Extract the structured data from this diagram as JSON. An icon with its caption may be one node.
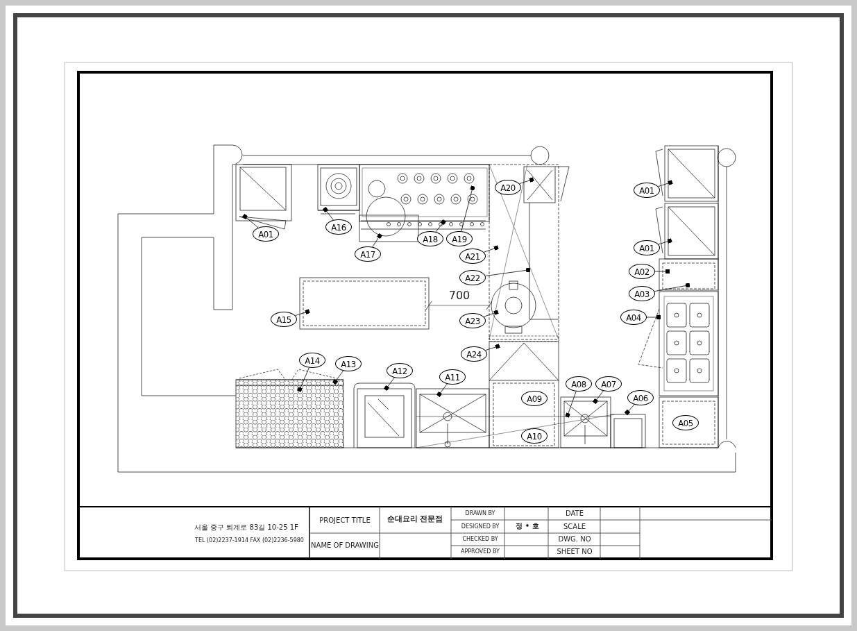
{
  "diagram": {
    "nodes": [
      {
        "text": [
          "A01"
        ]
      },
      {
        "text": [
          "A16"
        ]
      },
      {
        "text": [
          "A17"
        ]
      },
      {
        "text": [
          "A18"
        ]
      },
      {
        "text": [
          "A19"
        ]
      },
      {
        "text": [
          "A20"
        ]
      },
      {
        "text": [
          "A01"
        ]
      },
      {
        "text": [
          "A01"
        ]
      },
      {
        "text": [
          "A21"
        ]
      },
      {
        "text": [
          "A02"
        ]
      },
      {
        "text": [
          "A22"
        ]
      },
      {
        "text": [
          "A03"
        ]
      },
      {
        "text": [
          "A04"
        ]
      },
      {
        "text": [
          "A15"
        ]
      },
      {
        "text": [
          "A23"
        ]
      },
      {
        "text": [
          "A24"
        ]
      },
      {
        "text": [
          "A14"
        ]
      },
      {
        "text": [
          "A13"
        ]
      },
      {
        "text": [
          "A12"
        ]
      },
      {
        "text": [
          "A11"
        ]
      },
      {
        "text": [
          "A08"
        ]
      },
      {
        "text": [
          "A07"
        ]
      },
      {
        "text": [
          "A06"
        ]
      },
      {
        "text": [
          "A09"
        ]
      },
      {
        "text": [
          "A10"
        ]
      },
      {
        "text": [
          "A05"
        ]
      }
    ],
    "edges": [
      {
        "from": 0,
        "to": null,
        "arrow": "other"
      },
      {
        "from": 1,
        "to": null,
        "arrow": "other"
      },
      {
        "from": 2,
        "to": null,
        "arrow": "other"
      },
      {
        "from": 3,
        "to": null,
        "arrow": "other"
      },
      {
        "from": 4,
        "to": null,
        "arrow": "other"
      },
      {
        "from": 5,
        "to": null,
        "arrow": "other"
      },
      {
        "from": 6,
        "to": null,
        "arrow": "other"
      },
      {
        "from": 7,
        "to": null,
        "arrow": "other"
      },
      {
        "from": 8,
        "to": null,
        "arrow": "other"
      },
      {
        "from": 9,
        "to": null,
        "arrow": "other"
      },
      {
        "from": 10,
        "to": null,
        "arrow": "other"
      },
      {
        "from": 11,
        "to": null,
        "arrow": "other"
      },
      {
        "from": 12,
        "to": null,
        "arrow": "other"
      },
      {
        "from": 13,
        "to": null,
        "arrow": "other"
      },
      {
        "from": 14,
        "to": null,
        "arrow": "other"
      },
      {
        "from": 15,
        "to": null,
        "arrow": "other"
      },
      {
        "from": 16,
        "to": null,
        "arrow": "other"
      },
      {
        "from": 17,
        "to": null,
        "arrow": "other"
      },
      {
        "from": 18,
        "to": null,
        "arrow": "other"
      },
      {
        "from": 19,
        "to": null,
        "arrow": "other"
      },
      {
        "from": 20,
        "to": null,
        "arrow": "other"
      },
      {
        "from": 21,
        "to": null,
        "arrow": "other"
      },
      {
        "from": 22,
        "to": null,
        "arrow": "other"
      }
    ],
    "labels": [
      "700",
      "서울 중구 퇴계로 83길 10-25 1F",
      "PROJECT TITLE",
      "순대요리 전문점",
      "DRAWN BY",
      "DATE",
      "DESIGNED BY",
      "정 • 호",
      "SCALE",
      "TEL (02)2237-1914 FAX (02)2236-5980",
      "NAME OF DRAWING",
      "CHECKED BY",
      "DWG. NO",
      "APPROVED BY",
      "SHEET NO"
    ]
  }
}
